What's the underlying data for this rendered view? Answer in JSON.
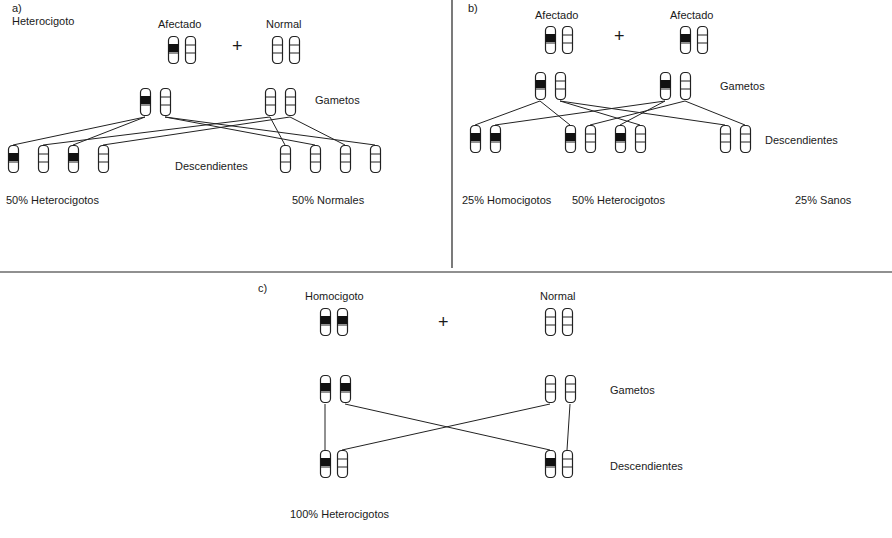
{
  "diagram": {
    "labels": [
      "a)",
      "Heterocigoto",
      "Afectado",
      "+",
      "Normal",
      "Gametos",
      "Descendientes",
      "50% Heterocigotos",
      "50% Normales",
      "b)",
      "Afectado",
      "+",
      "Afectado",
      "Gametos",
      "Descendientes",
      "25% Homocigotos",
      "50% Heterocigotos",
      "25% Sanos",
      "c)",
      "Homocigoto",
      "+",
      "Normal",
      "Gametos",
      "Descendientes",
      "100% Heterocigotos"
    ]
  }
}
